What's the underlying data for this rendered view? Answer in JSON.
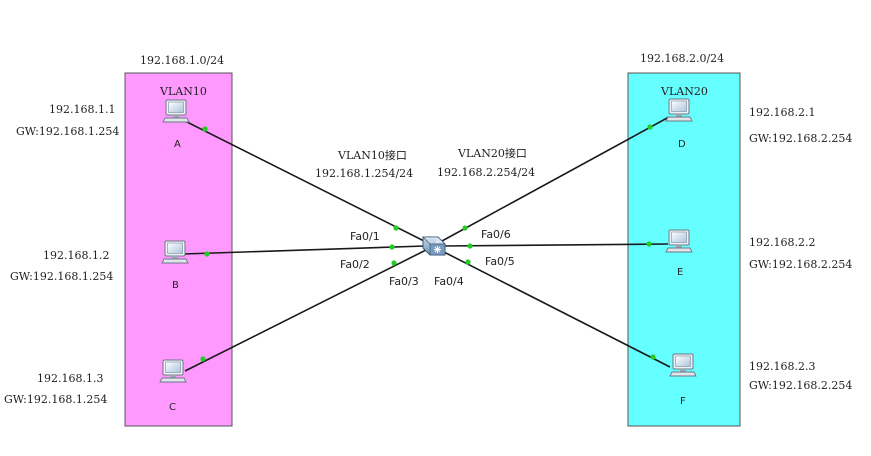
{
  "colors": {
    "vlan10_area": "#ff99ff",
    "vlan20_area": "#66ffff",
    "link": "#1a1a1a",
    "port_led": "#22cc22"
  },
  "vlan10": {
    "network": "192.168.1.0/24",
    "name": "VLAN10",
    "interface_title": "VLAN10接口",
    "interface_ip": "192.168.1.254/24"
  },
  "vlan20": {
    "network": "192.168.2.0/24",
    "name": "VLAN20",
    "interface_title": "VLAN20接口",
    "interface_ip": "192.168.2.254/24"
  },
  "hosts": {
    "A": {
      "label": "A",
      "ip": "192.168.1.1",
      "gw": "GW:192.168.1.254",
      "icon": "pc-icon"
    },
    "B": {
      "label": "B",
      "ip": "192.168.1.2",
      "gw": "GW:192.168.1.254",
      "icon": "pc-icon"
    },
    "C": {
      "label": "C",
      "ip": "192.168.1.3",
      "gw": "GW:192.168.1.254",
      "icon": "pc-icon"
    },
    "D": {
      "label": "D",
      "ip": "192.168.2.1",
      "gw": "GW:192.168.2.254",
      "icon": "pc-icon"
    },
    "E": {
      "label": "E",
      "ip": "192.168.2.2",
      "gw": "GW:192.168.2.254",
      "icon": "pc-icon"
    },
    "F": {
      "label": "F",
      "ip": "192.168.2.3",
      "gw": "GW:192.168.2.254",
      "icon": "pc-icon"
    }
  },
  "switch": {
    "icon": "multilayer-switch-icon",
    "ports": {
      "fa01": "Fa0/1",
      "fa02": "Fa0/2",
      "fa03": "Fa0/3",
      "fa04": "Fa0/4",
      "fa05": "Fa0/5",
      "fa06": "Fa0/6"
    }
  }
}
